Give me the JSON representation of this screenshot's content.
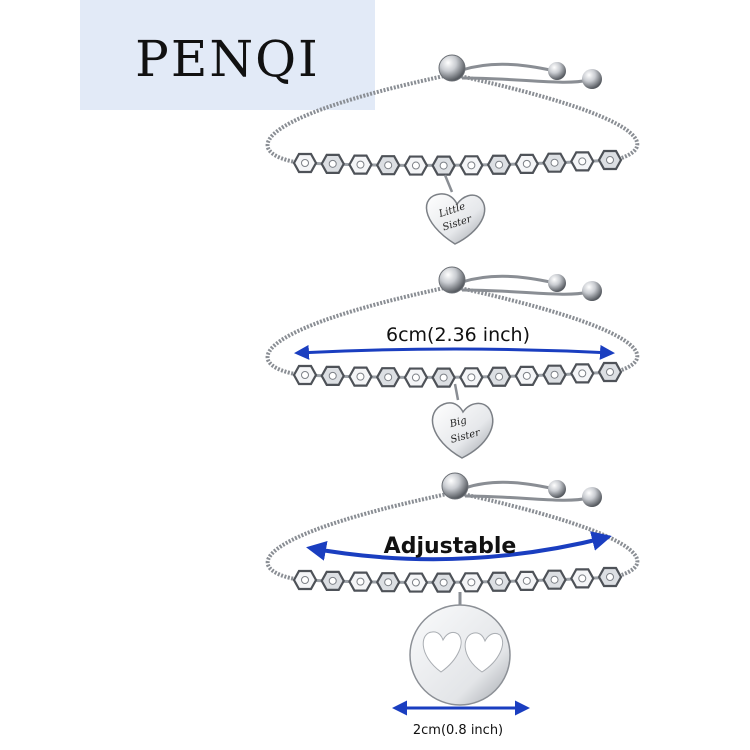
{
  "brand": {
    "logo_text": "PENQI",
    "logo_bg": "#e2eaf7"
  },
  "charms": {
    "heart_top_line1": "Little",
    "heart_top_line2": "Sister",
    "heart_mid_line1": "Big",
    "heart_mid_line2": "Sister"
  },
  "annotations": {
    "length_label": "6cm(2.36 inch)",
    "adjustable_label": "Adjustable",
    "pendant_label": "2cm(0.8 inch)"
  },
  "colors": {
    "arrow": "#1a3ec0",
    "chain": "#8a8e94",
    "metal_light": "#f2f3f5",
    "metal_dark": "#6c7076"
  }
}
